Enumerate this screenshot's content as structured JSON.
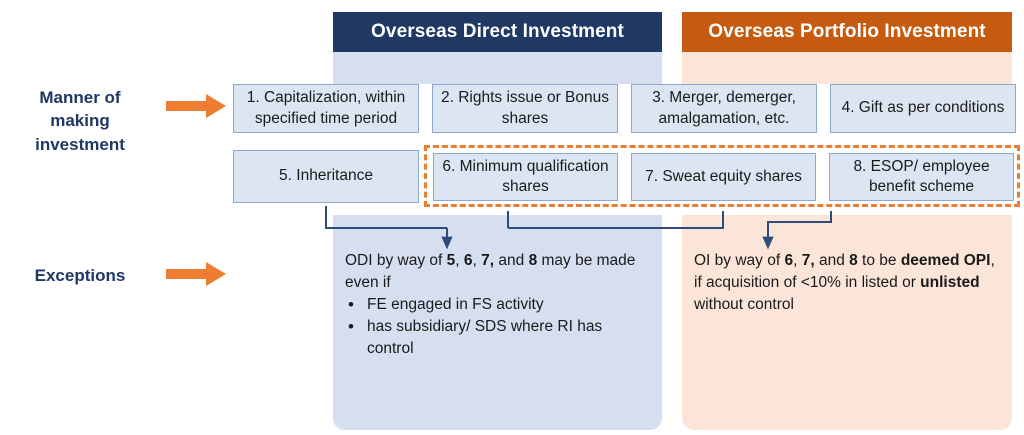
{
  "columns": [
    {
      "id": "odi",
      "title": "Overseas Direct Investment",
      "header_color": "#1f3864",
      "body_color": "#d6dff0"
    },
    {
      "id": "opi",
      "title": "Overseas Portfolio Investment",
      "header_color": "#c55a11",
      "body_color": "#fae5d8"
    }
  ],
  "row_labels": {
    "manner": "Manner of making investment",
    "exceptions": "Exceptions"
  },
  "accent_color": "#ed7d31",
  "label_color": "#1f3864",
  "items": [
    {
      "n": "1",
      "label": "1. Capitalization, within specified time period"
    },
    {
      "n": "2",
      "label": "2. Rights issue or Bonus shares"
    },
    {
      "n": "3",
      "label": "3. Merger, demerger, amalgamation, etc."
    },
    {
      "n": "4",
      "label": "4. Gift as per conditions"
    },
    {
      "n": "5",
      "label": "5. Inheritance"
    },
    {
      "n": "6",
      "label": "6. Minimum qualification shares"
    },
    {
      "n": "7",
      "label": "7. Sweat equity shares"
    },
    {
      "n": "8",
      "label": "8. ESOP/ employee benefit scheme"
    }
  ],
  "exceptions": {
    "odi": {
      "lead_a": "ODI by way of ",
      "lead_b1": "5",
      "lead_c": ", ",
      "lead_b2": "6",
      "lead_d": ", ",
      "lead_b3": "7,",
      "lead_e": " and ",
      "lead_b4": "8",
      "lead_f": " may be made even if",
      "bullets": [
        "FE engaged in FS activity",
        "has subsidiary/ SDS where RI has control"
      ]
    },
    "opi": {
      "lead_a": "OI by way of ",
      "lead_b1": "6",
      "lead_c": ", ",
      "lead_b2": "7,",
      "lead_e": " and ",
      "lead_b3": "8",
      "lead_f": " to be ",
      "bold1": "deemed OPI",
      "tail1": ", if acquisition of <10% in listed or ",
      "bold2": "unlisted",
      "tail2": " without control"
    }
  }
}
